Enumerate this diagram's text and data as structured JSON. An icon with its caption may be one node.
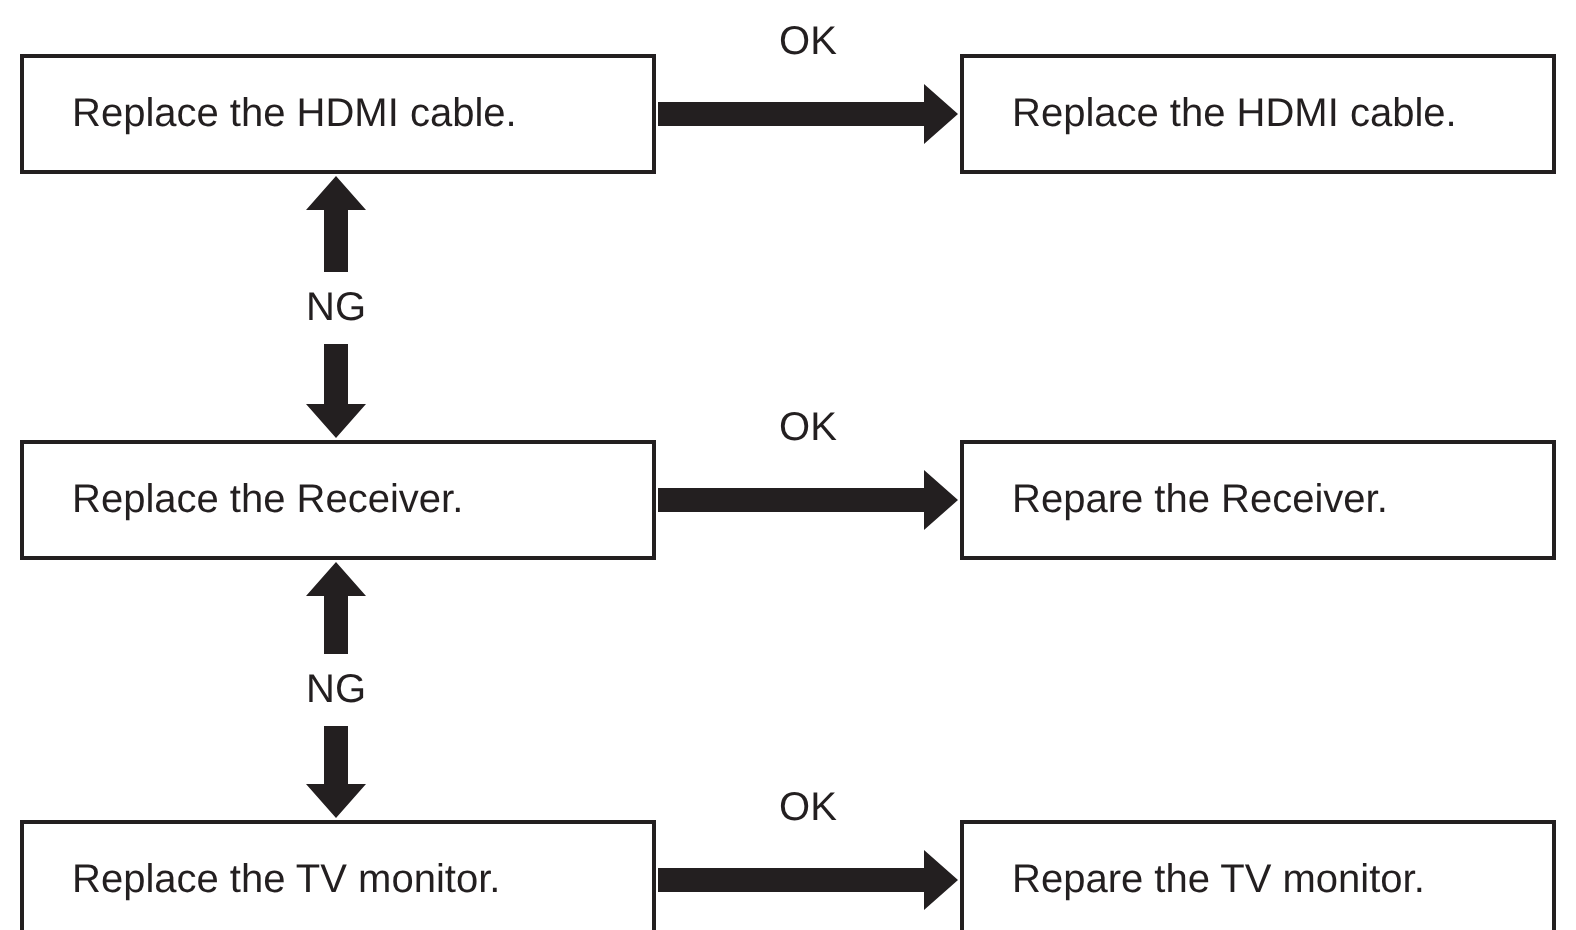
{
  "diagram": {
    "nodes": [
      {
        "text": [
          "Replace the HDMI cable."
        ]
      },
      {
        "text": [
          "Replace the HDMI cable."
        ]
      },
      {
        "text": [
          "Replace the Receiver."
        ]
      },
      {
        "text": [
          "Repare the Receiver."
        ]
      },
      {
        "text": [
          "Replace the TV monitor."
        ]
      },
      {
        "text": [
          "Repare the TV monitor."
        ]
      }
    ],
    "edges": [
      {
        "from": 0,
        "to": 1,
        "arrow": "to",
        "label": "OK"
      },
      {
        "from": 0,
        "to": 2,
        "arrow": "both",
        "label": "NG"
      },
      {
        "from": 2,
        "to": 3,
        "arrow": "to",
        "label": "OK"
      },
      {
        "from": 2,
        "to": 4,
        "arrow": "both",
        "label": "NG"
      },
      {
        "from": 4,
        "to": 5,
        "arrow": "to",
        "label": "OK"
      }
    ]
  }
}
